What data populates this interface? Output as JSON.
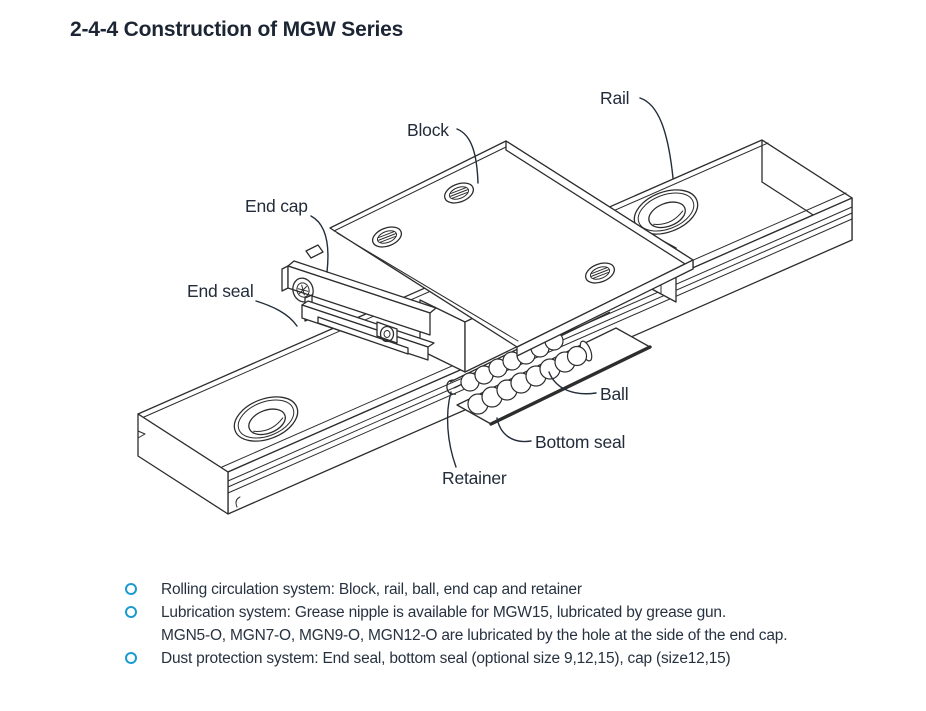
{
  "page": {
    "title": "2-4-4 Construction of MGW Series"
  },
  "colors": {
    "background": "#ffffff",
    "text": "#273241",
    "title_text": "#1c2533",
    "drawing_line": "#2d2d2d",
    "bullet_accent": "#1b9ad2"
  },
  "diagram": {
    "labels": {
      "rail": "Rail",
      "block": "Block",
      "end_cap": "End cap",
      "end_seal": "End seal",
      "ball": "Ball",
      "bottom_seal": "Bottom seal",
      "retainer": "Retainer"
    }
  },
  "notes": {
    "items": [
      {
        "line1": "Rolling circulation system: Block, rail, ball, end cap and retainer"
      },
      {
        "line1": "Lubrication system: Grease nipple is available for MGW15, lubricated by grease gun.",
        "line2": "MGN5-O, MGN7-O, MGN9-O, MGN12-O are lubricated by the hole at the side of the end cap."
      },
      {
        "line1": "Dust protection system: End seal, bottom seal (optional size 9,12,15), cap (size12,15)"
      }
    ]
  }
}
